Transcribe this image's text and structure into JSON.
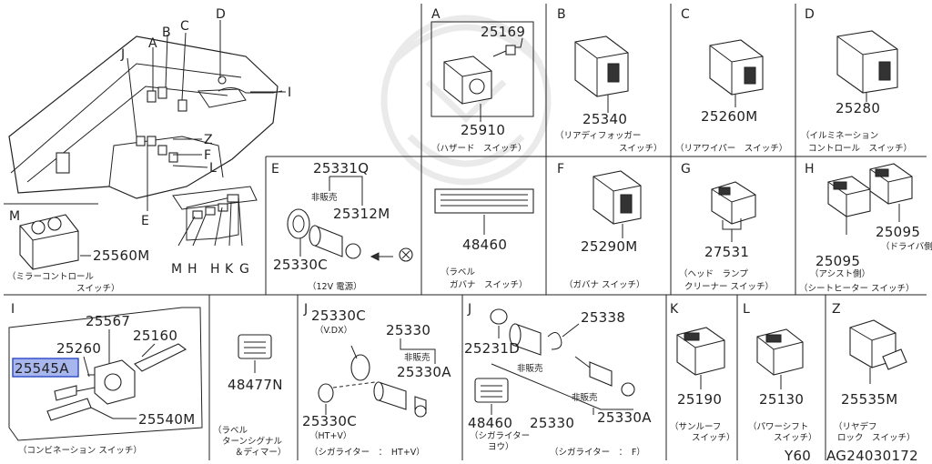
{
  "sheet": {
    "bottom_code": "Y60",
    "drawing_code": "AG24030172"
  },
  "overview": {
    "labels": {
      "a": "A",
      "b": "B",
      "c": "C",
      "d": "D",
      "j": "J",
      "i": "I",
      "z": "Z",
      "f": "F",
      "l": "L",
      "e": "E",
      "m": "M",
      "h1": "H",
      "h2": "H",
      "k": "K",
      "g": "G"
    }
  },
  "panels": {
    "A": {
      "letter": "A",
      "parts": [
        "25169",
        "25910"
      ],
      "caption": [
        "（ハザード　スイッチ）"
      ]
    },
    "B": {
      "letter": "B",
      "parts": [
        "25340"
      ],
      "caption": [
        "（リアディフォッガー",
        "スイッチ）"
      ]
    },
    "C": {
      "letter": "C",
      "parts": [
        "25260M"
      ],
      "caption": [
        "（リアワイパー　スイッチ）"
      ]
    },
    "D": {
      "letter": "D",
      "parts": [
        "25280"
      ],
      "caption": [
        "（イルミネーション",
        "コントロール　スイッチ）"
      ]
    },
    "M": {
      "letter": "M",
      "parts": [
        "25560M"
      ],
      "caption": [
        "（ミラーコントロール",
        "スイッチ）"
      ]
    },
    "E": {
      "letter": "E",
      "parts": [
        "25331Q",
        "25312M",
        "25330C"
      ],
      "note": "非販売",
      "caption": [
        "（12V 電源）"
      ]
    },
    "label1": {
      "parts": [
        "48460"
      ],
      "caption": [
        "（ラベル",
        "ガバナ　スイッチ）"
      ]
    },
    "F": {
      "letter": "F",
      "parts": [
        "25290M"
      ],
      "caption": [
        "（ガバナ スイッチ）"
      ]
    },
    "G": {
      "letter": "G",
      "parts": [
        "27531"
      ],
      "caption": [
        "（ヘッド　ランプ",
        "クリーナー スイッチ）"
      ]
    },
    "H": {
      "letter": "H",
      "parts": [
        "25095",
        "25095"
      ],
      "sub": [
        "（ドライバ側）",
        "（アシスト側）"
      ],
      "caption": [
        "（シートヒーター スイッチ）"
      ]
    },
    "I": {
      "letter": "I",
      "parts": [
        "25567",
        "25260",
        "25160",
        "25545A",
        "25540M"
      ],
      "caption": [
        "（コンビネーション スイッチ）"
      ]
    },
    "label2": {
      "parts": [
        "48477N"
      ],
      "caption": [
        "（ラベル",
        "ターンシグナル",
        "＆ディマー）"
      ]
    },
    "J1": {
      "letter": "J",
      "parts": [
        "25330C",
        "25330",
        "25330A",
        "25330C"
      ],
      "sub": [
        "（V.DX）",
        "（HT+V）"
      ],
      "note": "非販売",
      "caption": [
        "（シガライター　：　HT+V）"
      ]
    },
    "J2": {
      "letter": "J",
      "parts": [
        "25338",
        "25231D",
        "48460",
        "25330",
        "25330A"
      ],
      "note": "非販売",
      "note2": "非販売",
      "sub": [
        "（シガライター",
        "ヨウ）"
      ],
      "caption": [
        "（シガライター　：　F）"
      ]
    },
    "K": {
      "letter": "K",
      "parts": [
        "25190"
      ],
      "caption": [
        "（サンルーフ",
        "スイッチ）"
      ]
    },
    "L": {
      "letter": "L",
      "parts": [
        "25130"
      ],
      "caption": [
        "（パワーシフト",
        "スイッチ）"
      ]
    },
    "Z": {
      "letter": "Z",
      "parts": [
        "25535M"
      ],
      "caption": [
        "（リヤデフ",
        "ロック　スイッチ）"
      ]
    }
  }
}
